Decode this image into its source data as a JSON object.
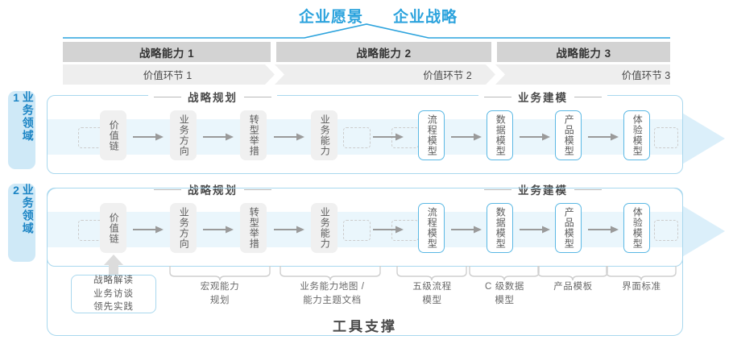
{
  "header": {
    "vision": "企业愿景",
    "strategy": "企业战略"
  },
  "capability_bands": [
    {
      "capability": "战略能力 1",
      "value_link": "价值环节 1"
    },
    {
      "capability": "战略能力 2",
      "value_link": "价值环节 2"
    },
    {
      "capability": "战略能力 3",
      "value_link": "价值环节 3"
    }
  ],
  "side_labels": [
    {
      "label": "业务领域 1"
    },
    {
      "label": "业务领域 2"
    }
  ],
  "sections": [
    {
      "title": "战略规划"
    },
    {
      "title": "业务建模"
    }
  ],
  "nodes": [
    {
      "label": "价值链",
      "style": "gray"
    },
    {
      "label": "业务方向",
      "style": "gray"
    },
    {
      "label": "转型举措",
      "style": "gray"
    },
    {
      "label": "业务能力",
      "style": "gray"
    },
    {
      "label": "流程模型",
      "style": "blue"
    },
    {
      "label": "数据模型",
      "style": "blue"
    },
    {
      "label": "产品模型",
      "style": "blue"
    },
    {
      "label": "体验模型",
      "style": "blue"
    }
  ],
  "tools": {
    "primary": "战略解读\n业务访谈\n领先实践",
    "items": [
      "宏观能力\n规划",
      "业务能力地图 /\n能力主题文档",
      "五级流程\n模型",
      "C 级数据\n模型",
      "产品模板",
      "界面标准"
    ]
  },
  "footer": {
    "title": "工具支撑"
  },
  "colors": {
    "accent_blue": "#2ca3dd",
    "band_dark": "#d3d3d3",
    "band_light": "#eeeeee",
    "node_blue_border": "#5bb8e4",
    "strip_blue": "#eaf6fc"
  }
}
